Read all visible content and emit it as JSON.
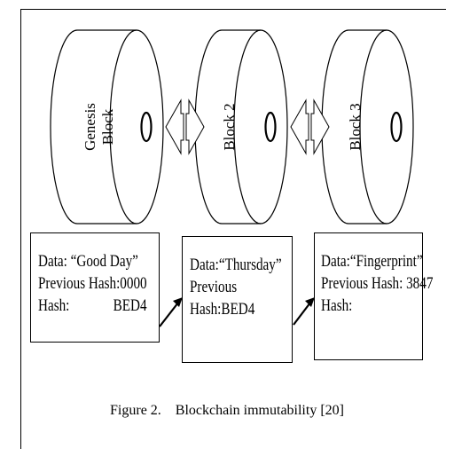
{
  "figure": {
    "blocks": [
      {
        "label_line1": "Genesis",
        "label_line2": "Block"
      },
      {
        "label_line1": "Block 2"
      },
      {
        "label_line1": "Block 3"
      }
    ],
    "records": [
      {
        "line1": "Data:   “Good Day”",
        "line2": "Previous Hash:0000",
        "line3_label": "Hash:",
        "line3_value": "BED4"
      },
      {
        "line1": "Data:“Thursday”",
        "line2": "Previous",
        "line3": "Hash:BED4"
      },
      {
        "line1": "Data:“Fingerprint”",
        "line2": "Previous Hash: 3847",
        "line3": "Hash:"
      }
    ],
    "caption": "Figure 2.    Blockchain immutability [20]"
  }
}
